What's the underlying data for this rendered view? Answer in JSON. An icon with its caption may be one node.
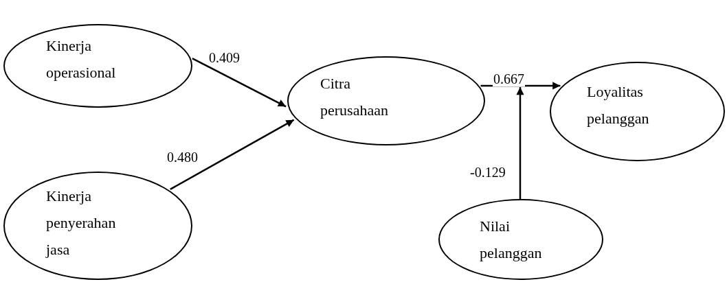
{
  "diagram": {
    "nodes": [
      {
        "text": [
          "Kinerja operasional"
        ]
      },
      {
        "text": [
          "Kinerja penyerahan jasa"
        ]
      },
      {
        "text": [
          "Citra perusahaan"
        ]
      },
      {
        "text": [
          "Loyalitas pelanggan"
        ]
      },
      {
        "text": [
          "Nilai pelanggan"
        ]
      }
    ],
    "edges": [
      {
        "from": 0,
        "to": 2,
        "arrow": "to",
        "label": "0.409"
      },
      {
        "from": 1,
        "to": 2,
        "arrow": "to",
        "label": "0.480"
      },
      {
        "from": 2,
        "to": 3,
        "arrow": "to",
        "label": "0.667"
      },
      {
        "from": 4,
        "to": null,
        "arrow": "to",
        "label": "-0.129"
      }
    ]
  }
}
